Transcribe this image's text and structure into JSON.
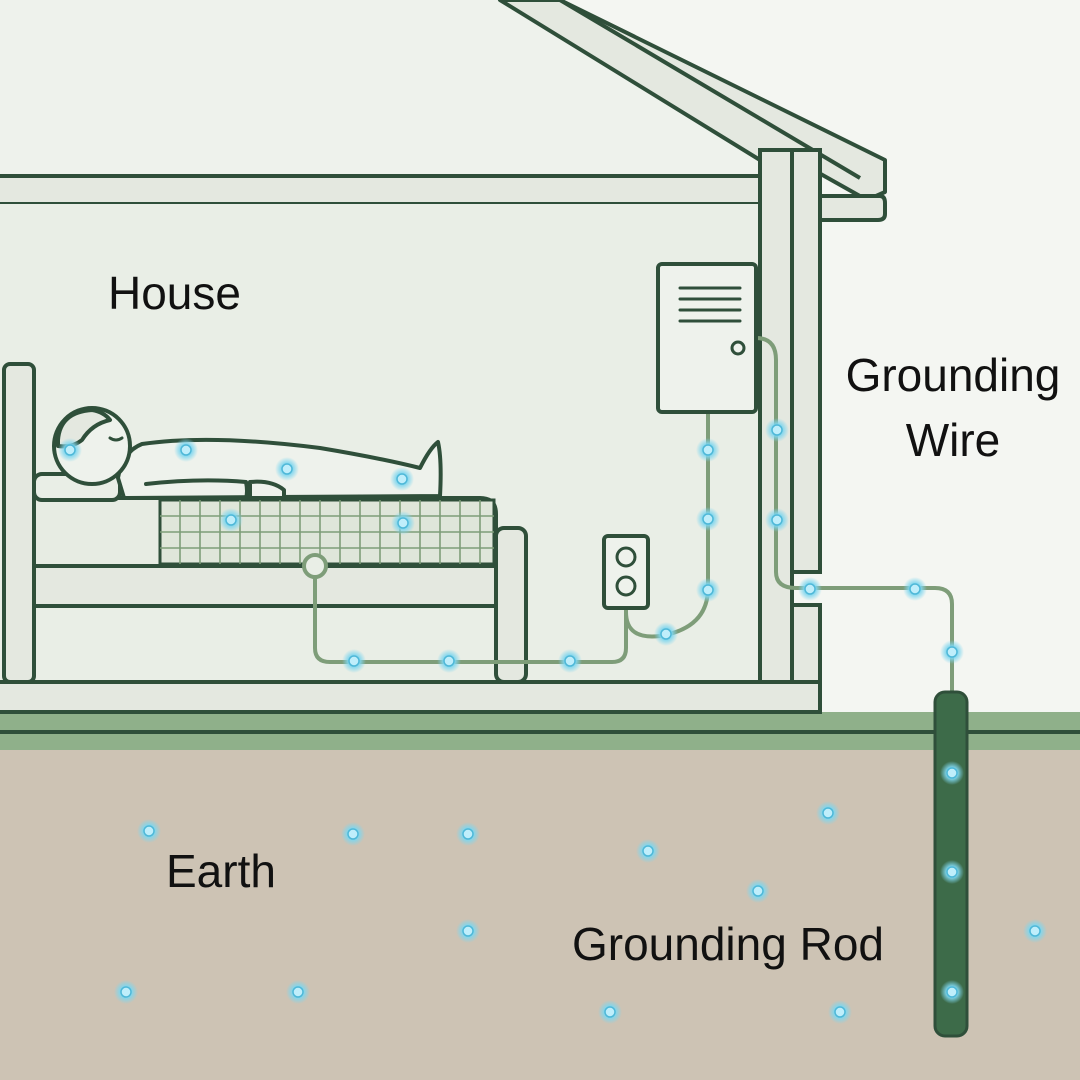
{
  "labels": {
    "house": "House",
    "grounding_wire": "Grounding Wire",
    "earth": "Earth",
    "grounding_rod": "Grounding Rod"
  },
  "colors": {
    "background": "#f4f6f2",
    "house_interior": "#e9eee6",
    "outline": "#2f4f3a",
    "wall_fill": "#e4e8e0",
    "wire": "#7e9d79",
    "ground_strip": "#8fb08a",
    "earth": "#cdc3b4",
    "rod": "#3d6b49",
    "particle": "#6fcde8",
    "particle_core": "#e9fbff"
  },
  "icons": {
    "panel": "breaker-panel-icon",
    "outlet": "wall-outlet-icon",
    "person": "sleeping-person-icon",
    "bed": "bed-icon",
    "particles": "electron-particle-icon"
  }
}
